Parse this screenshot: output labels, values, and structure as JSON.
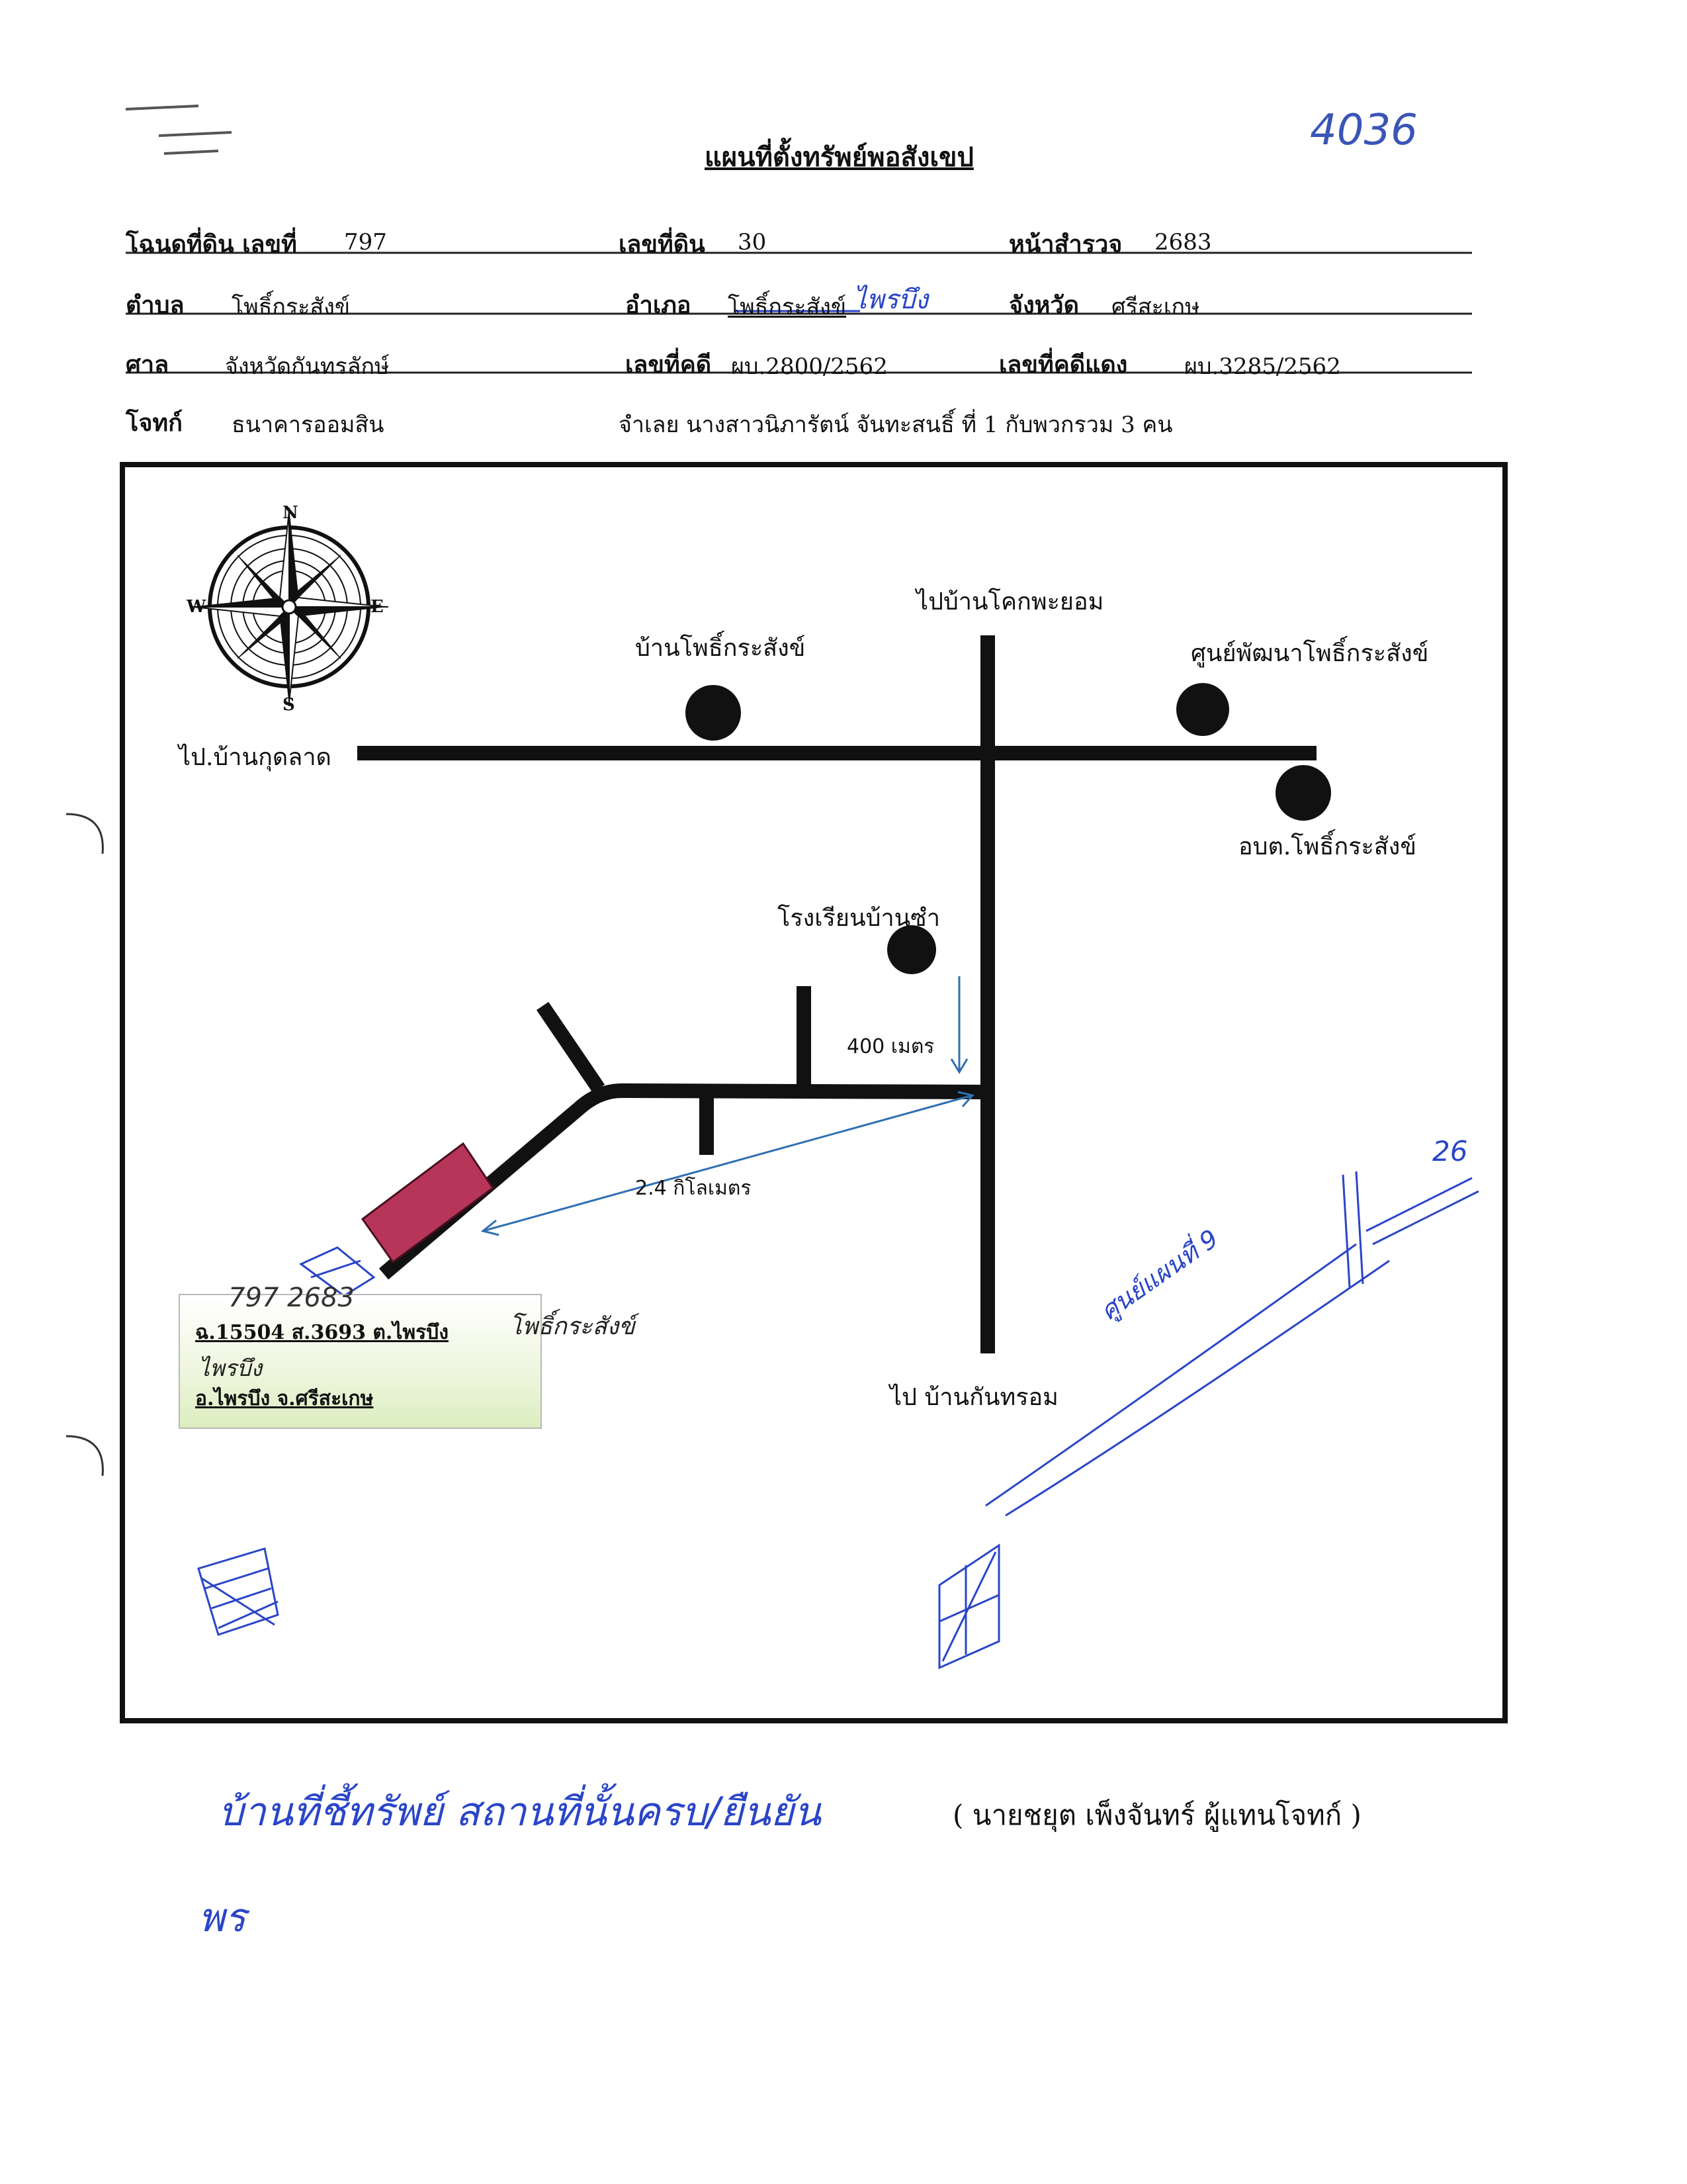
{
  "doc": {
    "title": "แผนที่ตั้งทรัพย์พอสังเขป",
    "page_number_handwritten": "4036"
  },
  "header": {
    "deed_label": "โฉนดที่ดิน เลขที่",
    "deed_no": "797",
    "land_no_label": "เลขที่ดิน",
    "land_no": "30",
    "survey_label": "หน้าสำรวจ",
    "survey_no": "2683",
    "subdistrict_label": "ตำบล",
    "subdistrict": "โพธิ์กระสังข์",
    "district_label": "อำเภอ",
    "district": "โพธิ์กระสังข์",
    "district_correction": "ไพรบึง",
    "province_label": "จังหวัด",
    "province": "ศรีสะเกษ",
    "court_label": "ศาล",
    "court": "จังหวัดกันทรลักษ์",
    "case_no_label": "เลขที่คดี",
    "case_no": "ผบ.2800/2562",
    "red_case_label": "เลขที่คดีแดง",
    "red_case_no": "ผบ.3285/2562",
    "plaintiff_label": "โจทก์",
    "plaintiff": "ธนาคารออมสิน",
    "defendant_line": "จำเลย  นางสาวนิภารัตน์  จันทะสนธิ์ ที่ 1 กับพวกรวม 3 คน"
  },
  "map": {
    "compass": {
      "n": "N",
      "s": "S",
      "e": "E",
      "w": "W"
    },
    "labels": {
      "to_kok_phayom": "ไปบ้านโคกพะยอม",
      "ban_pho_krasang": "บ้านโพธิ์กระสังข์",
      "development_center": "ศูนย์พัฒนาโพธิ์กระสังข์",
      "to_kut_lat": "ไป.บ้านกุดลาด",
      "sao": "อบต.โพธิ์กระสังข์",
      "school": "โรงเรียนบ้านซำ",
      "to_kanthrom": "ไป บ้านกันทรอม"
    },
    "distances": {
      "short": "400 เมตร",
      "long": "2.4 กิโลเมตร"
    },
    "location_box": {
      "handwritten_top": "797     2683",
      "line1": "ฉ.15504 ส.3693  ต.ไพรบึง",
      "handwritten_correction1": "โพธิ์กระสังข์",
      "handwritten_correction2": "ไพรบึง",
      "line2": "อ.ไพรบึง จ.ศรีสะเกษ"
    },
    "handwritten_scale": "ศูนย์แผนที่ 9",
    "handwritten_scale_num": "26"
  },
  "footer": {
    "handwritten_note": "บ้านที่ชี้ทรัพย์  สถานที่นั้นครบ/ยืนยัน",
    "signer": "( นายชยุต  เพ็งจันทร์  ผู้แทนโจทก์  )",
    "handwritten_initials": "พร"
  },
  "colors": {
    "ink": "#111111",
    "pen_blue": "#2a45c8",
    "property_fill": "#b8355a",
    "arrow_blue": "#2f6fb3"
  }
}
